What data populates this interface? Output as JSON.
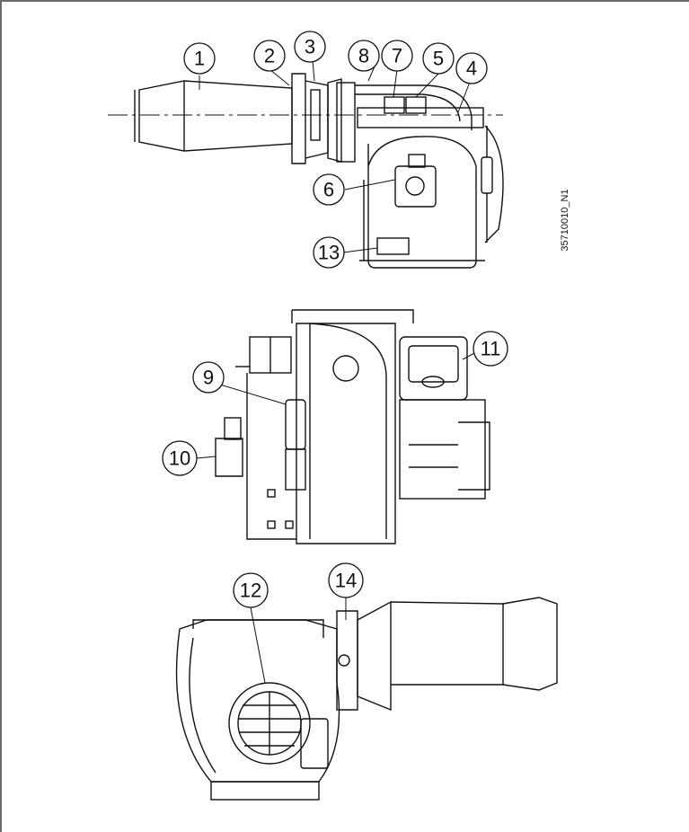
{
  "drawing_code": "35710010_N1",
  "callouts": {
    "c1": "1",
    "c2": "2",
    "c3": "3",
    "c4": "4",
    "c5": "5",
    "c6": "6",
    "c7": "7",
    "c8": "8",
    "c9": "9",
    "c10": "10",
    "c11": "11",
    "c12": "12",
    "c13": "13",
    "c14": "14"
  }
}
